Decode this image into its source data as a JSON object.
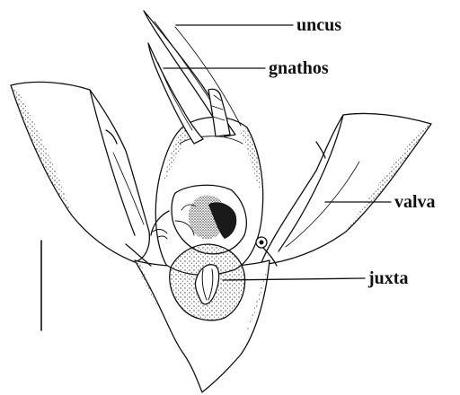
{
  "labels": {
    "uncus": "uncus",
    "gnathos": "gnathos",
    "valva": "valva",
    "juxta": "juxta"
  },
  "colors": {
    "ink": "#111111",
    "stipple": "#444444",
    "background": "#ffffff"
  }
}
